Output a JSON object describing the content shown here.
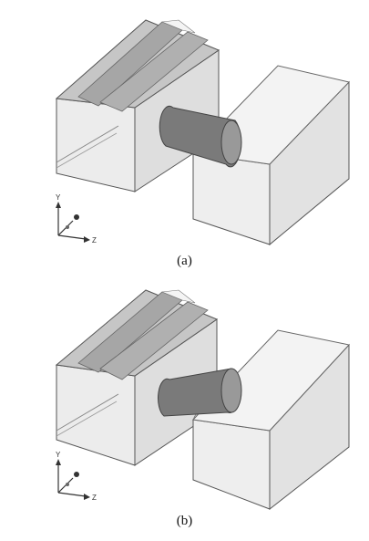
{
  "figure": {
    "panels": [
      {
        "caption": "(a)",
        "axis_labels": {
          "y": "Y",
          "z": "Z"
        }
      },
      {
        "caption": "(b)",
        "axis_labels": {
          "y": "Y",
          "z": "Z"
        }
      }
    ],
    "colors": {
      "body_fill": "#e8e8e8",
      "body_side": "#d2d2d2",
      "outline": "#555555",
      "rail_fill": "#b8b8b8",
      "rail_shadow": "#9a9a9a",
      "cylinder": "#7a7a7a",
      "cylinder_dark": "#5e5e5e",
      "background": "#ffffff"
    },
    "icons": [
      "axis-triad-icon"
    ]
  }
}
